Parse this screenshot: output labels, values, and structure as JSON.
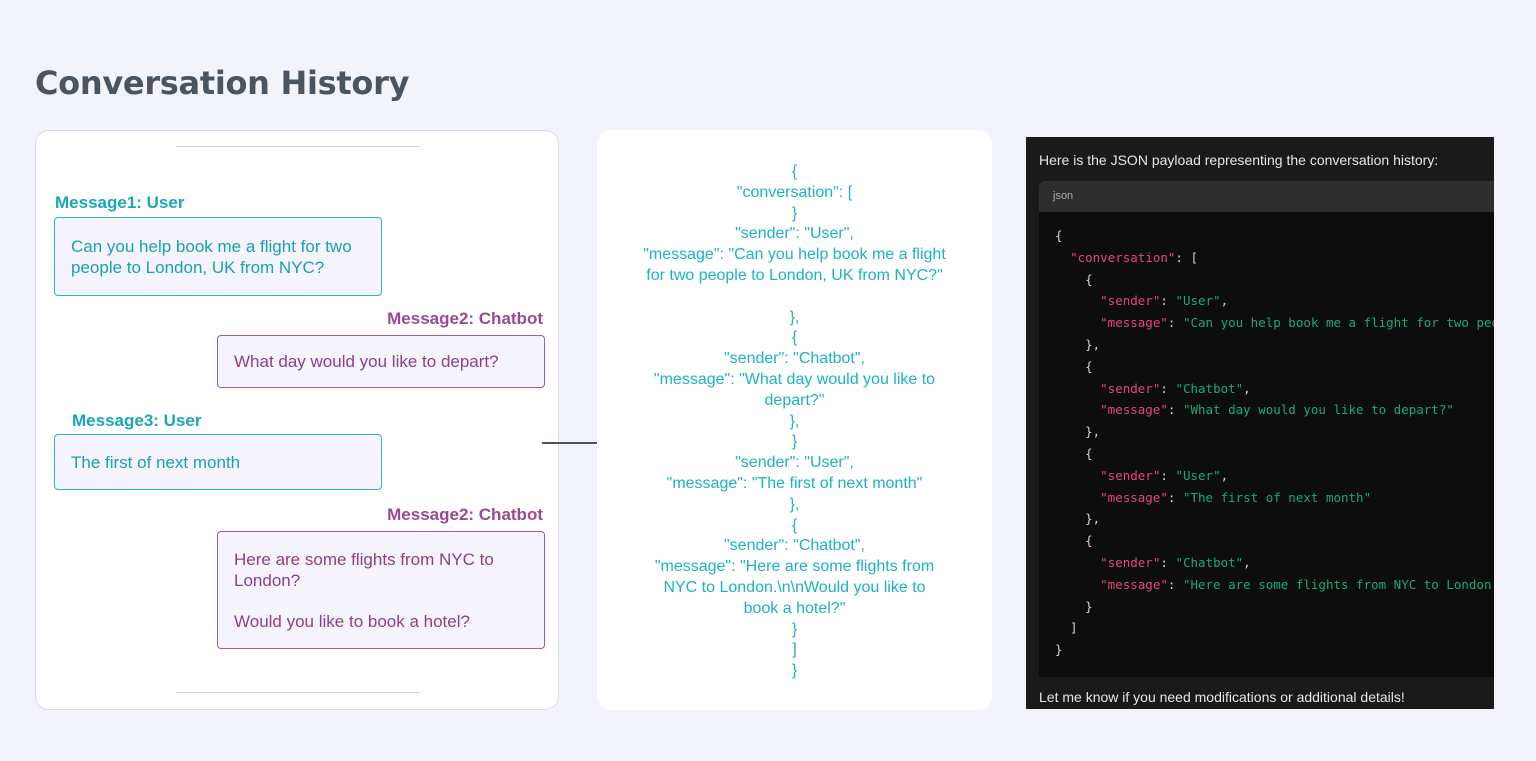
{
  "title": "Conversation History",
  "chat": [
    {
      "label": "Message1: User",
      "role": "user",
      "lines": [
        "Can you help book me a flight for two",
        "people to London, UK from NYC?"
      ]
    },
    {
      "label": "Message2: Chatbot",
      "role": "bot",
      "lines": [
        "What day would you like to depart?"
      ]
    },
    {
      "label": "Message3: User",
      "role": "user",
      "lines": [
        "The first of next month"
      ]
    },
    {
      "label": "Message2: Chatbot",
      "role": "bot",
      "lines": [
        "Here are some flights from NYC to",
        "London?",
        "",
        "Would you like to book a hotel?"
      ]
    }
  ],
  "json_lines": [
    "{",
    "\"conversation\": [",
    "}",
    "\"sender\": \"User\",",
    "\"message\": \"Can you help book me a flight",
    "for two people to London, UK from NYC?\"",
    "",
    "},",
    "{",
    "\"sender\": \"Chatbot\",",
    "\"message\": \"What day would you like to",
    "depart?\"",
    "},",
    "}",
    "\"sender\": \"User\",",
    "\"message\": \"The first of next month\"",
    "},",
    "{",
    "\"sender\": \"Chatbot\",",
    "\"message\": \"Here are some flights from",
    "NYC to London.\\n\\nWould you like to",
    "book a hotel?\"",
    "}",
    "]",
    "}"
  ],
  "dark_panel": {
    "intro": "Here is the JSON payload representing the conversation history:",
    "code_lang": "json",
    "outro": "Let me know if you need modifications or additional details!",
    "code_lines": [
      "{",
      "  \"conversation\": [",
      "    {",
      "      \"sender\": \"User\",",
      "      \"message\": \"Can you help book me a flight for two people to London, UK from NYC?\"",
      "    },",
      "    {",
      "      \"sender\": \"Chatbot\",",
      "      \"message\": \"What day would you like to depart?\"",
      "    },",
      "    {",
      "      \"sender\": \"User\",",
      "      \"message\": \"The first of next month\"",
      "    },",
      "    {",
      "      \"sender\": \"Chatbot\",",
      "      \"message\": \"Here are some flights from NYC to London.\"",
      "    }",
      "  ]",
      "}"
    ]
  },
  "colors": {
    "user": "#17a2b4",
    "chatbot": "#8e3f89",
    "json_text": "#1bb3c4",
    "json_key": "#e5477a",
    "json_string": "#19a97b"
  }
}
